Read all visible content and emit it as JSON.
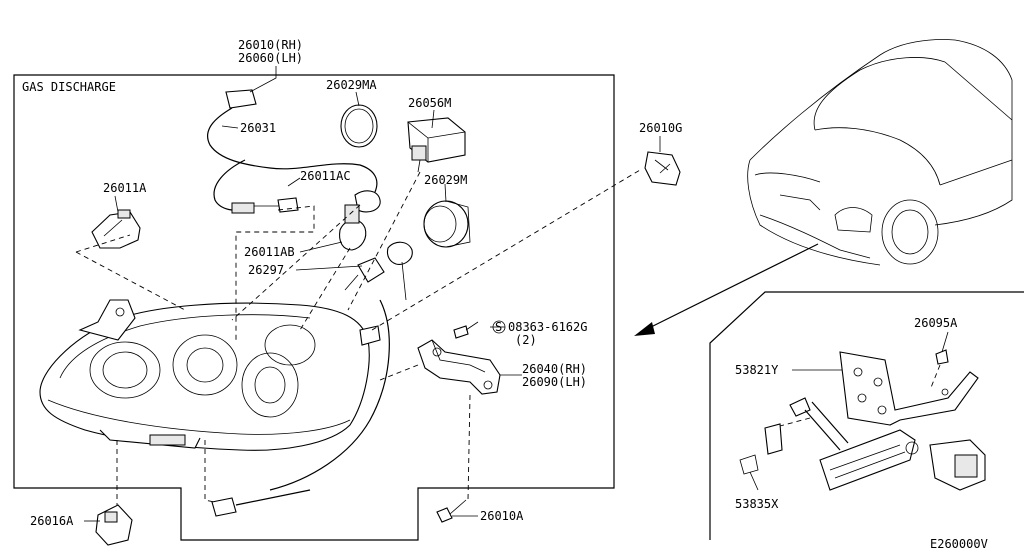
{
  "section_title": "GAS DISCHARGE",
  "diagram_code": "E260000V",
  "labels": {
    "p26010_rh": "26010(RH)",
    "p26060_lh": "26060(LH)",
    "p26029ma": "26029MA",
    "p26056m": "26056M",
    "p26010g": "26010G",
    "p26031": "26031",
    "p26011ac": "26011AC",
    "p26029m": "26029M",
    "p26011a": "26011A",
    "p26011ab": "26011AB",
    "p26297": "26297",
    "p08363": "08363-6162G",
    "p08363_qty": "(2)",
    "s_symbol": "S",
    "p26040_rh": "26040(RH)",
    "p26090_lh": "26090(LH)",
    "p26016a": "26016A",
    "p26010a": "26010A",
    "p26095a": "26095A",
    "p53821y": "53821Y",
    "p53835x": "53835X"
  }
}
